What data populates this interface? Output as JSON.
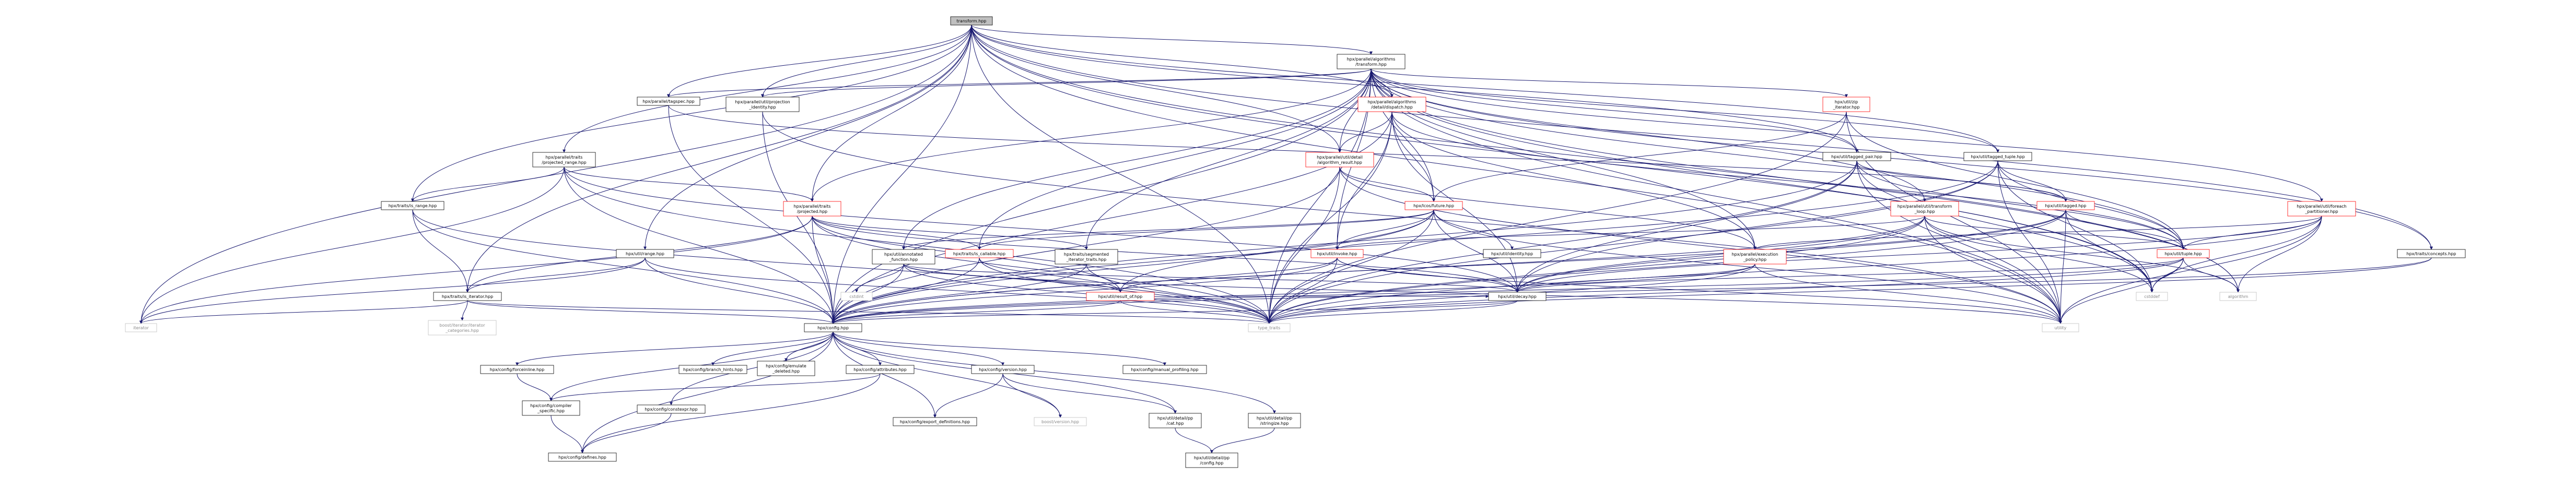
{
  "diagram_title": "transform.hpp",
  "colors": {
    "root_fill": "#bfbfbf",
    "node_border": "#000000",
    "node_border_red": "#ff0000",
    "node_border_grey": "#bfbfbf",
    "edge": "#191970",
    "text_grey": "#888888"
  },
  "nodes": [
    {
      "id": "root",
      "lines": [
        "transform.hpp"
      ],
      "kind": "root"
    },
    {
      "id": "alg_transform",
      "lines": [
        "hpx/parallel/algorithms",
        "/transform.hpp"
      ],
      "kind": "normal"
    },
    {
      "id": "tagspec",
      "lines": [
        "hpx/parallel/tagspec.hpp"
      ],
      "kind": "normal"
    },
    {
      "id": "projection_identity",
      "lines": [
        "hpx/parallel/util/projection",
        "_identity.hpp"
      ],
      "kind": "normal"
    },
    {
      "id": "detail_dispatch",
      "lines": [
        "hpx/parallel/algorithms",
        "/detail/dispatch.hpp"
      ],
      "kind": "red"
    },
    {
      "id": "zip_iterator",
      "lines": [
        "hpx/util/zip",
        "_iterator.hpp"
      ],
      "kind": "red"
    },
    {
      "id": "projected_range",
      "lines": [
        "hpx/parallel/traits",
        "/projected_range.hpp"
      ],
      "kind": "normal"
    },
    {
      "id": "alg_result",
      "lines": [
        "hpx/parallel/util/detail",
        "/algorithm_result.hpp"
      ],
      "kind": "red"
    },
    {
      "id": "tagged_pair",
      "lines": [
        "hpx/util/tagged_pair.hpp"
      ],
      "kind": "normal"
    },
    {
      "id": "tagged_tuple",
      "lines": [
        "hpx/util/tagged_tuple.hpp"
      ],
      "kind": "normal"
    },
    {
      "id": "is_range",
      "lines": [
        "hpx/traits/is_range.hpp"
      ],
      "kind": "normal"
    },
    {
      "id": "projected",
      "lines": [
        "hpx/parallel/traits",
        "/projected.hpp"
      ],
      "kind": "red"
    },
    {
      "id": "lcos_future",
      "lines": [
        "hpx/lcos/future.hpp"
      ],
      "kind": "red"
    },
    {
      "id": "transform_loop",
      "lines": [
        "hpx/parallel/util/transform",
        "_loop.hpp"
      ],
      "kind": "red"
    },
    {
      "id": "util_tagged",
      "lines": [
        "hpx/util/tagged.hpp"
      ],
      "kind": "red"
    },
    {
      "id": "foreach_partitioner",
      "lines": [
        "hpx/parallel/util/foreach",
        "_partitioner.hpp"
      ],
      "kind": "red"
    },
    {
      "id": "util_range",
      "lines": [
        "hpx/util/range.hpp"
      ],
      "kind": "normal"
    },
    {
      "id": "annotated_function",
      "lines": [
        "hpx/util/annotated",
        "_function.hpp"
      ],
      "kind": "normal"
    },
    {
      "id": "is_callable",
      "lines": [
        "hpx/traits/is_callable.hpp"
      ],
      "kind": "red"
    },
    {
      "id": "segmented_iterator",
      "lines": [
        "hpx/traits/segmented",
        "_iterator_traits.hpp"
      ],
      "kind": "normal"
    },
    {
      "id": "invoke",
      "lines": [
        "hpx/util/invoke.hpp"
      ],
      "kind": "red"
    },
    {
      "id": "util_identity",
      "lines": [
        "hpx/util/identity.hpp"
      ],
      "kind": "normal"
    },
    {
      "id": "execution_policy",
      "lines": [
        "hpx/parallel/execution",
        "_policy.hpp"
      ],
      "kind": "red"
    },
    {
      "id": "util_tuple",
      "lines": [
        "hpx/util/tuple.hpp"
      ],
      "kind": "red"
    },
    {
      "id": "traits_concepts",
      "lines": [
        "hpx/traits/concepts.hpp"
      ],
      "kind": "normal"
    },
    {
      "id": "is_iterator",
      "lines": [
        "hpx/traits/is_iterator.hpp"
      ],
      "kind": "normal"
    },
    {
      "id": "cstdint",
      "lines": [
        "cstdint"
      ],
      "kind": "grey"
    },
    {
      "id": "result_of",
      "lines": [
        "hpx/util/result_of.hpp"
      ],
      "kind": "red"
    },
    {
      "id": "decay",
      "lines": [
        "hpx/util/decay.hpp"
      ],
      "kind": "normal"
    },
    {
      "id": "cstddef",
      "lines": [
        "cstddef"
      ],
      "kind": "grey"
    },
    {
      "id": "algorithm",
      "lines": [
        "algorithm"
      ],
      "kind": "grey"
    },
    {
      "id": "iterator",
      "lines": [
        "iterator"
      ],
      "kind": "grey"
    },
    {
      "id": "boost_iterator_categories",
      "lines": [
        "boost/iterator/iterator",
        "_categories.hpp"
      ],
      "kind": "grey"
    },
    {
      "id": "config",
      "lines": [
        "hpx/config.hpp"
      ],
      "kind": "normal"
    },
    {
      "id": "type_traits",
      "lines": [
        "type_traits"
      ],
      "kind": "grey"
    },
    {
      "id": "utility",
      "lines": [
        "utility"
      ],
      "kind": "grey"
    },
    {
      "id": "forceinline",
      "lines": [
        "hpx/config/forceinline.hpp"
      ],
      "kind": "normal"
    },
    {
      "id": "branch_hints",
      "lines": [
        "hpx/config/branch_hints.hpp"
      ],
      "kind": "normal"
    },
    {
      "id": "emulate_deleted",
      "lines": [
        "hpx/config/emulate",
        "_deleted.hpp"
      ],
      "kind": "normal"
    },
    {
      "id": "config_attributes",
      "lines": [
        "hpx/config/attributes.hpp"
      ],
      "kind": "normal"
    },
    {
      "id": "config_version",
      "lines": [
        "hpx/config/version.hpp"
      ],
      "kind": "normal"
    },
    {
      "id": "manual_profiling",
      "lines": [
        "hpx/config/manual_profiling.hpp"
      ],
      "kind": "normal"
    },
    {
      "id": "compiler_specific",
      "lines": [
        "hpx/config/compiler",
        "_specific.hpp"
      ],
      "kind": "normal"
    },
    {
      "id": "constexpr",
      "lines": [
        "hpx/config/constexpr.hpp"
      ],
      "kind": "normal"
    },
    {
      "id": "export_definitions",
      "lines": [
        "hpx/config/export_definitions.hpp"
      ],
      "kind": "normal"
    },
    {
      "id": "boost_version",
      "lines": [
        "boost/version.hpp"
      ],
      "kind": "grey"
    },
    {
      "id": "cat",
      "lines": [
        "hpx/util/detail/pp",
        "/cat.hpp"
      ],
      "kind": "normal"
    },
    {
      "id": "stringize",
      "lines": [
        "hpx/util/detail/pp",
        "/stringize.hpp"
      ],
      "kind": "normal"
    },
    {
      "id": "pp_config",
      "lines": [
        "hpx/util/detail/pp",
        "/config.hpp"
      ],
      "kind": "normal"
    },
    {
      "id": "config_defines",
      "lines": [
        "hpx/config/defines.hpp"
      ],
      "kind": "normal"
    }
  ]
}
